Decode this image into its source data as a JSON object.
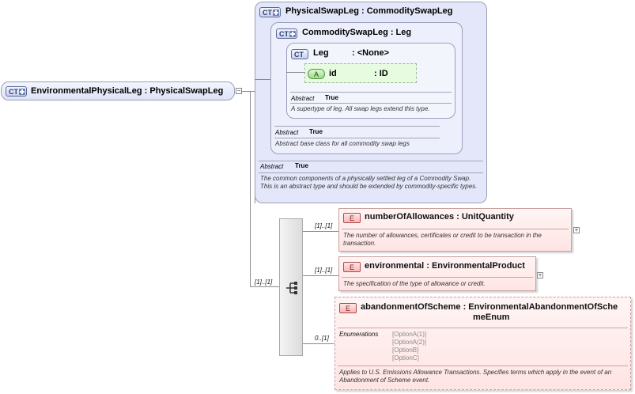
{
  "root": {
    "badge": "CT",
    "label": "EnvironmentalPhysicalLeg : PhysicalSwapLeg"
  },
  "physical_swap_leg": {
    "badge": "CT",
    "title": "PhysicalSwapLeg : CommoditySwapLeg",
    "abstract_label": "Abstract",
    "abstract_value": "True",
    "doc": "The common components of a physically settled leg of a Commodity Swap. This is an abstract type and should be extended by commodity-specific types."
  },
  "commodity_swap_leg": {
    "badge": "CT",
    "title": "CommoditySwapLeg : Leg",
    "abstract_label": "Abstract",
    "abstract_value": "True",
    "doc": "Abstract base class for all commodity swap legs"
  },
  "leg": {
    "badge": "CT",
    "title_name": "Leg",
    "title_type": ": <None>",
    "abstract_label": "Abstract",
    "abstract_value": "True",
    "doc": "A supertype of leg. All swap legs extend this type.",
    "attribute": {
      "badge": "A",
      "name": "id",
      "type": ": ID"
    }
  },
  "sequence": {
    "cardinality": "[1]..[1]"
  },
  "elements": [
    {
      "badge": "E",
      "title": "numberOfAllowances : UnitQuantity",
      "cardinality": "[1]..[1]",
      "doc": "The number of allowances, certificates or credit to be transaction in the transaction.",
      "expander": "+"
    },
    {
      "badge": "E",
      "title": "environmental : EnvironmentalProduct",
      "cardinality": "[1]..[1]",
      "doc": "The specification of the type of allowance or credit.",
      "expander": "+"
    },
    {
      "badge": "E",
      "title_line1": "abandonmentOfScheme : EnvironmentalAbandonmentOfSche",
      "title_line2": "meEnum",
      "cardinality": "0..[1]",
      "enum_label": "Enumerations",
      "enumerations": [
        "[OptionA(1)]",
        "[OptionA(2)]",
        "[OptionB]",
        "[OptionC]"
      ],
      "doc": "Applies to U.S. Emissions Allowance Transactions. Specifies terms which apply in the event of an Abandonment of Scheme event."
    }
  ],
  "colors": {
    "type_box_fill": "#e6e9fb",
    "element_fill": "#ffe6e6",
    "attribute_fill": "#e8fbe2"
  },
  "icons": {
    "ct_badge": "complex-type-icon",
    "e_badge": "element-icon",
    "a_badge": "attribute-icon",
    "sequence": "sequence-compositor-icon"
  }
}
